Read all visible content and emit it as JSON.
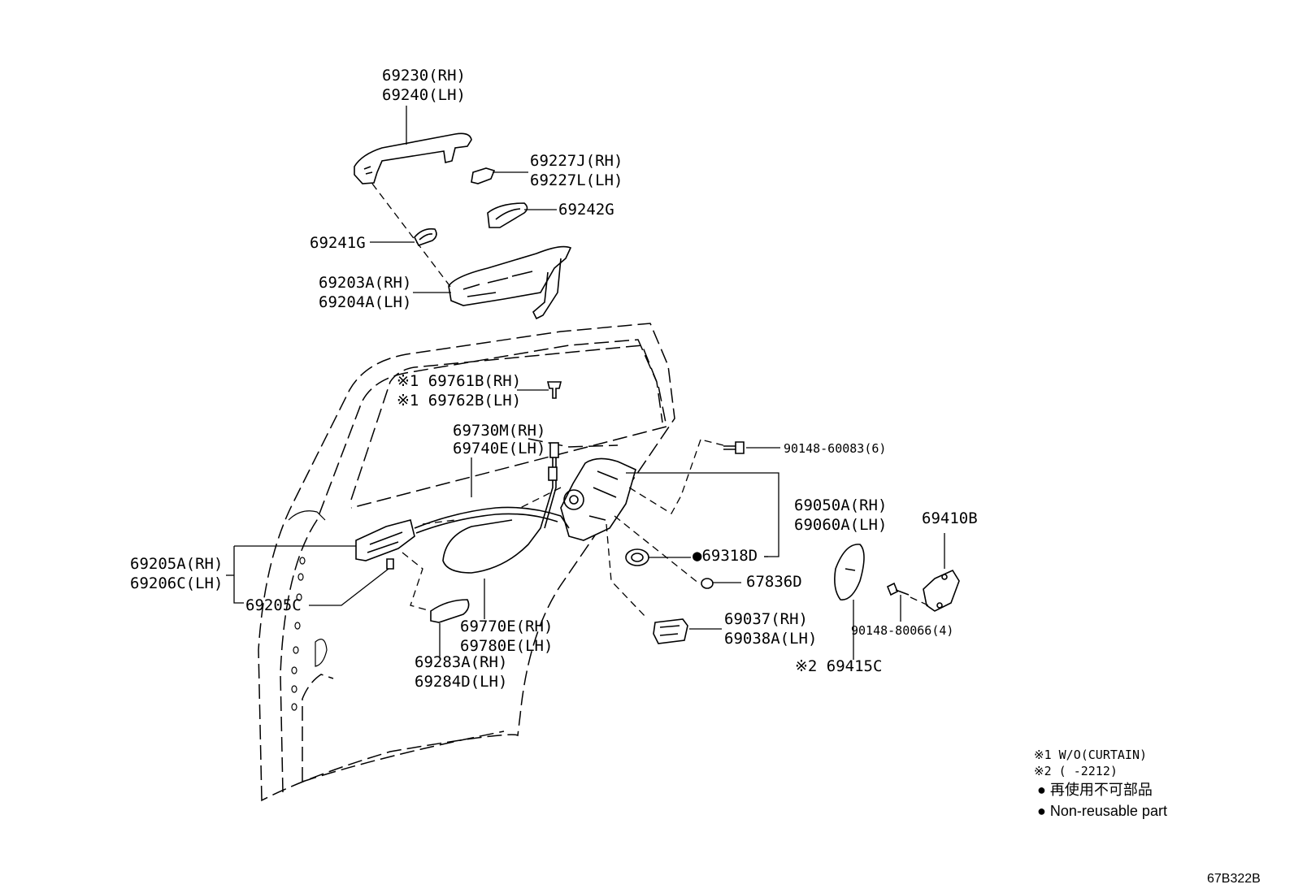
{
  "labels": {
    "outer_handle": [
      "69230(RH)",
      "69240(LH)"
    ],
    "handle_cover": [
      "69227J(RH)",
      "69227L(LH)"
    ],
    "pad_rear": "69242G",
    "pad_front": "69241G",
    "handle_frame": [
      "69203A(RH)",
      "69204A(LH)"
    ],
    "lock_knob": [
      "※1 69761B(RH)",
      "※1 69762B(LH)"
    ],
    "cable_upper": [
      "69730M(RH)",
      "69740E(LH)"
    ],
    "screw_lock": "90148-60083(6)",
    "door_lock": [
      "69050A(RH)",
      "69060A(LH)"
    ],
    "striker": "69410B",
    "inner_handle": [
      "69205A(RH)",
      "69206C(LH)"
    ],
    "inner_handle_sub": "69205C",
    "seal": "●69318D",
    "plug": "67836D",
    "lock_bracket": [
      "69037(RH)",
      "69038A(LH)"
    ],
    "screw_striker": "90148-80066(4)",
    "cable_lower": [
      "69770E(RH)",
      "69780E(LH)"
    ],
    "bezel": [
      "69283A(RH)",
      "69284D(LH)"
    ],
    "cover_pad": "※2 69415C"
  },
  "legend": {
    "note1": "※1 W/O(CURTAIN)",
    "note2": "※2 (      -2212)",
    "nonreusable_jp": "● 再使用不可部品",
    "nonreusable_en": "● Non-reusable part"
  },
  "diagram_code": "67B322B"
}
